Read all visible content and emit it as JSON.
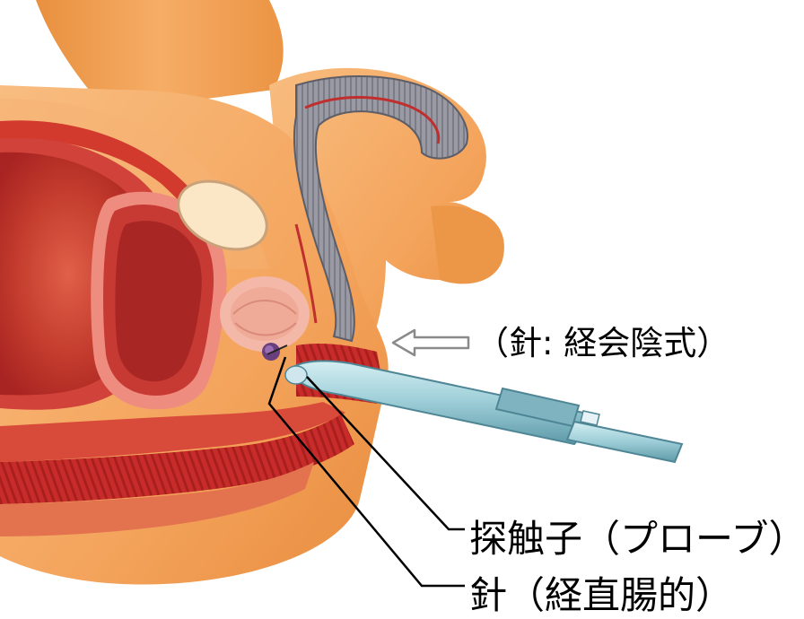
{
  "labels": {
    "perineal_needle": "（針: 経会陰式）",
    "probe": "探触子（プローブ）",
    "transrectal_needle": "針（経直腸的）"
  },
  "colors": {
    "skin": "#f4a45c",
    "skin_light": "#f8bd80",
    "skin_dark": "#e58a3a",
    "muscle_red": "#c8242a",
    "rectum_lumen": "#a61e1a",
    "tissue_pink": "#f19c8f",
    "urethra_gray": "#8f8f99",
    "bladder_lumen": "#b9272a",
    "bone": "#fbe6c6",
    "probe": "#a6d2db",
    "probe_dark": "#5f9aa8",
    "leader_line": "#000000"
  }
}
